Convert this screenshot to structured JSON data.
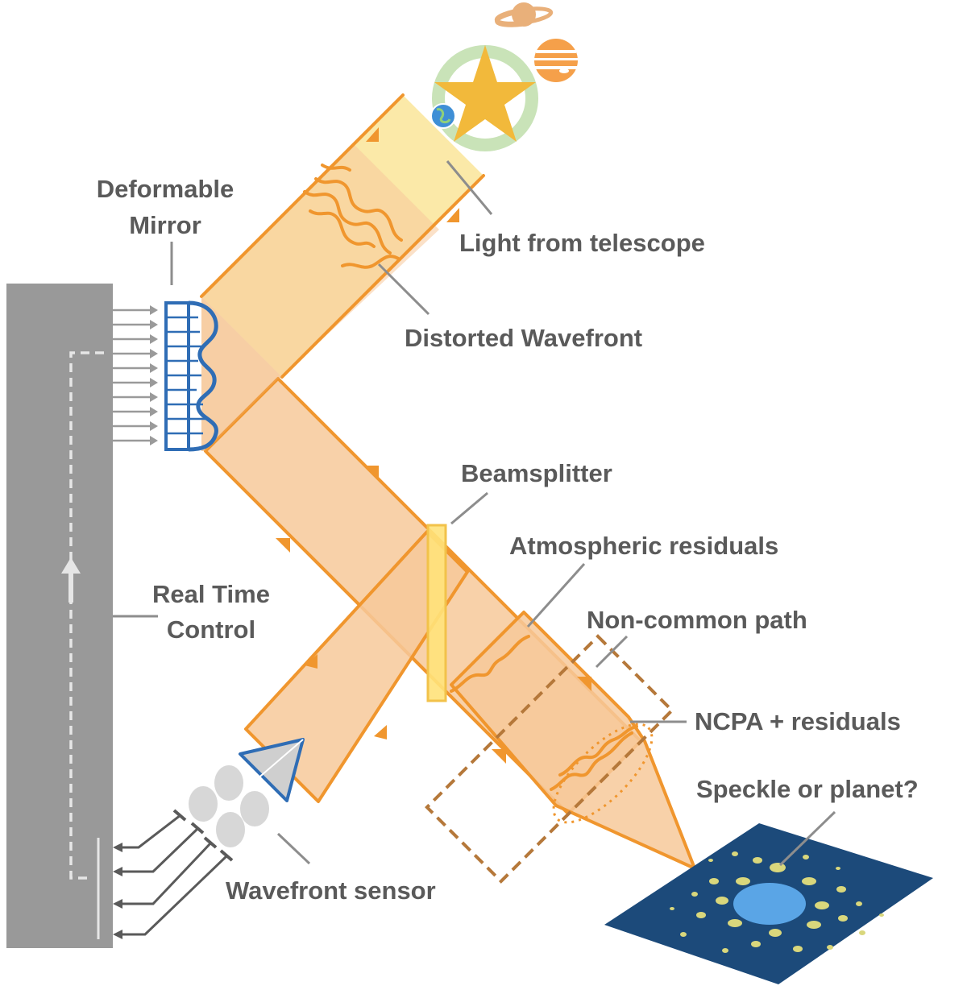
{
  "labels": {
    "deformable_mirror_line1": "Deformable",
    "deformable_mirror_line2": "Mirror",
    "light_from_telescope": "Light from telescope",
    "distorted_wavefront": "Distorted Wavefront",
    "beamsplitter": "Beamsplitter",
    "atmospheric_residuals": "Atmospheric residuals",
    "non_common_path": "Non-common path",
    "ncpa_residuals": "NCPA + residuals",
    "speckle_or_planet": "Speckle or planet?",
    "real_time_control_line1": "Real Time",
    "real_time_control_line2": "Control",
    "wavefront_sensor": "Wavefront sensor"
  },
  "colors": {
    "beam_fill": "#f7c99a",
    "beam_edge": "#f0962e",
    "light_fill": "#fbe9a8",
    "mirror": "#2f6db5",
    "rtc": "#999999",
    "detector": "#1c4a7a",
    "star": "#f2b93b",
    "halo": "#c9e3b8",
    "beamsplitter": "#ffe27a"
  },
  "icons": [
    "star-icon",
    "saturn-icon",
    "jupiter-icon",
    "earth-icon",
    "prism-icon"
  ]
}
